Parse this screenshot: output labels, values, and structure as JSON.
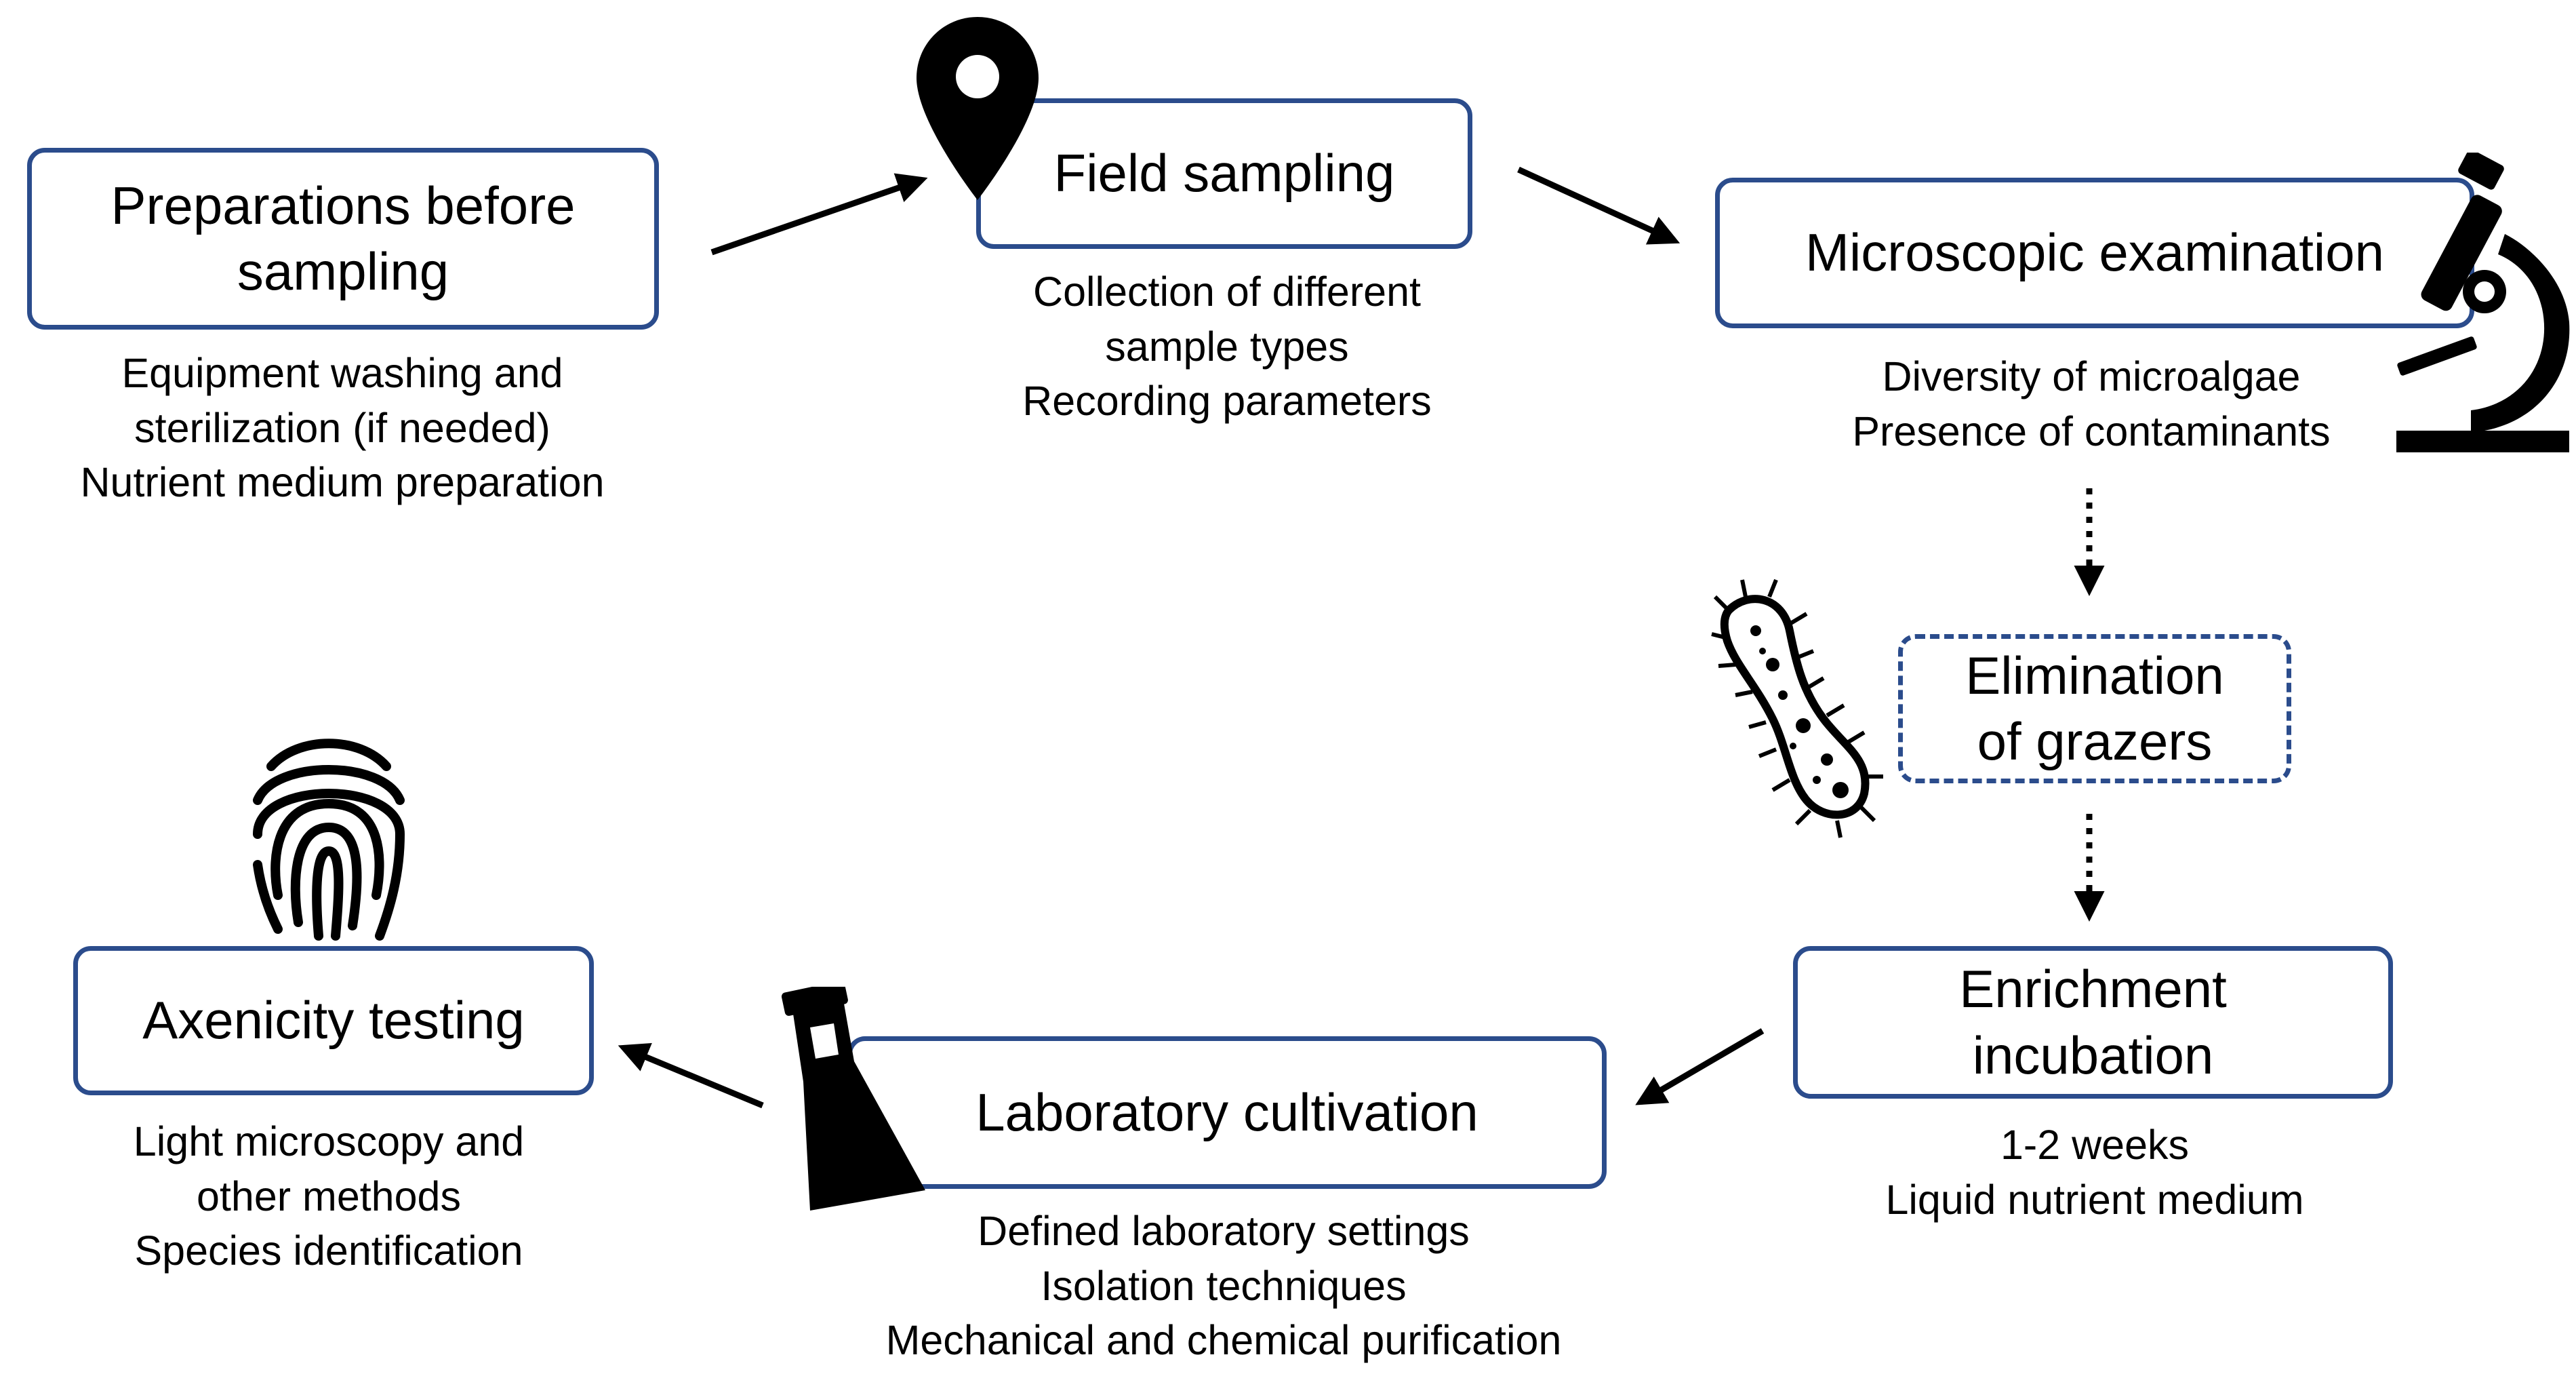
{
  "steps": {
    "preparations": {
      "title": "Preparations before\nsampling",
      "desc": "Equipment washing and\nsterilization (if needed)\nNutrient medium preparation"
    },
    "field": {
      "title": "Field sampling",
      "desc": "Collection of different\nsample types\nRecording parameters"
    },
    "microscopic": {
      "title": "Microscopic examination",
      "desc": "Diversity of microalgae\nPresence of contaminants"
    },
    "grazers": {
      "title": "Elimination\nof grazers"
    },
    "enrichment": {
      "title": "Enrichment\nincubation",
      "desc": "1-2 weeks\nLiquid nutrient medium"
    },
    "laboratory": {
      "title": "Laboratory cultivation",
      "desc": "Defined laboratory settings\nIsolation techniques\nMechanical and chemical purification"
    },
    "axenicity": {
      "title": "Axenicity testing",
      "desc": "Light microscopy and\nother methods\nSpecies identification"
    }
  },
  "icons": [
    "location-pin-icon",
    "microscope-icon",
    "microorganism-icon",
    "fingerprint-icon",
    "flask-icon"
  ],
  "colors": {
    "box_border": "#2b4c8c",
    "text": "#000000",
    "arrow": "#000000"
  }
}
